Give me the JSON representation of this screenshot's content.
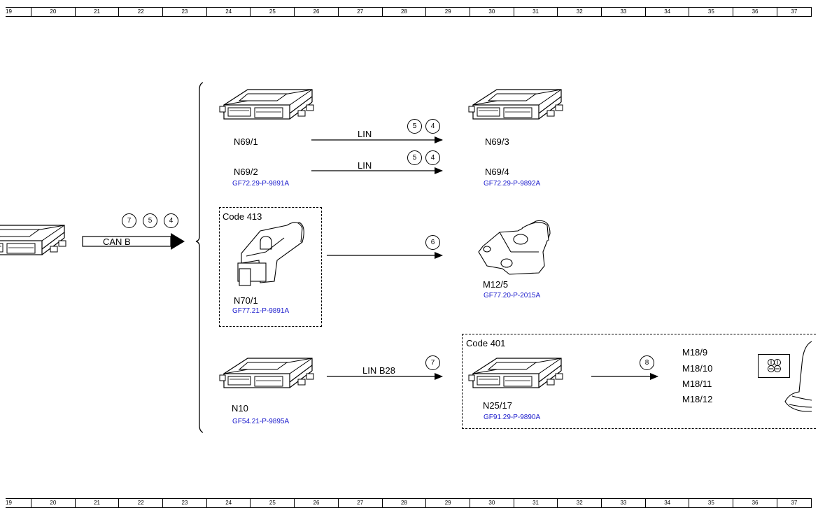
{
  "ruler": {
    "numbers": [
      "19",
      "20",
      "21",
      "22",
      "23",
      "24",
      "25",
      "26",
      "27",
      "28",
      "29",
      "30",
      "31",
      "32",
      "33",
      "34",
      "35",
      "36",
      "37"
    ]
  },
  "buses": {
    "lin_upper": "LIN",
    "lin_lower": "LIN",
    "can_b": "CAN B",
    "lin_b28": "LIN B28"
  },
  "circles": {
    "lin1_a": "5",
    "lin1_b": "4",
    "lin2_a": "5",
    "lin2_b": "4",
    "can_a": "7",
    "can_b": "5",
    "can_c": "4",
    "n70_arrow": "6",
    "n10_arrow": "7",
    "n25_arrow": "8"
  },
  "components": {
    "n69_1": "N69/1",
    "n69_2": "N69/2",
    "n69_2_ref": "GF72.29-P-9891A",
    "n69_3": "N69/3",
    "n69_4": "N69/4",
    "n69_4_ref": "GF72.29-P-9892A",
    "n70_1": "N70/1",
    "n70_1_ref": "GF77.21-P-9891A",
    "m12_5": "M12/5",
    "m12_5_ref": "GF77.20-P-2015A",
    "n10": "N10",
    "n10_ref": "GF54.21-P-9895A",
    "n25_17": "N25/17",
    "n25_17_ref": "GF91.29-P-9890A",
    "m18_9": "M18/9",
    "m18_10": "M18/10",
    "m18_11": "M18/11",
    "m18_12": "M18/12"
  },
  "codes": {
    "code_413": "Code 413",
    "code_401": "Code 401"
  },
  "icons": [
    "control-unit-icon",
    "sunroof-motor-icon",
    "locking-motor-icon",
    "massage-symbol-icon",
    "seat-icon"
  ],
  "colors": {
    "reference_link": "#1a1acc"
  }
}
